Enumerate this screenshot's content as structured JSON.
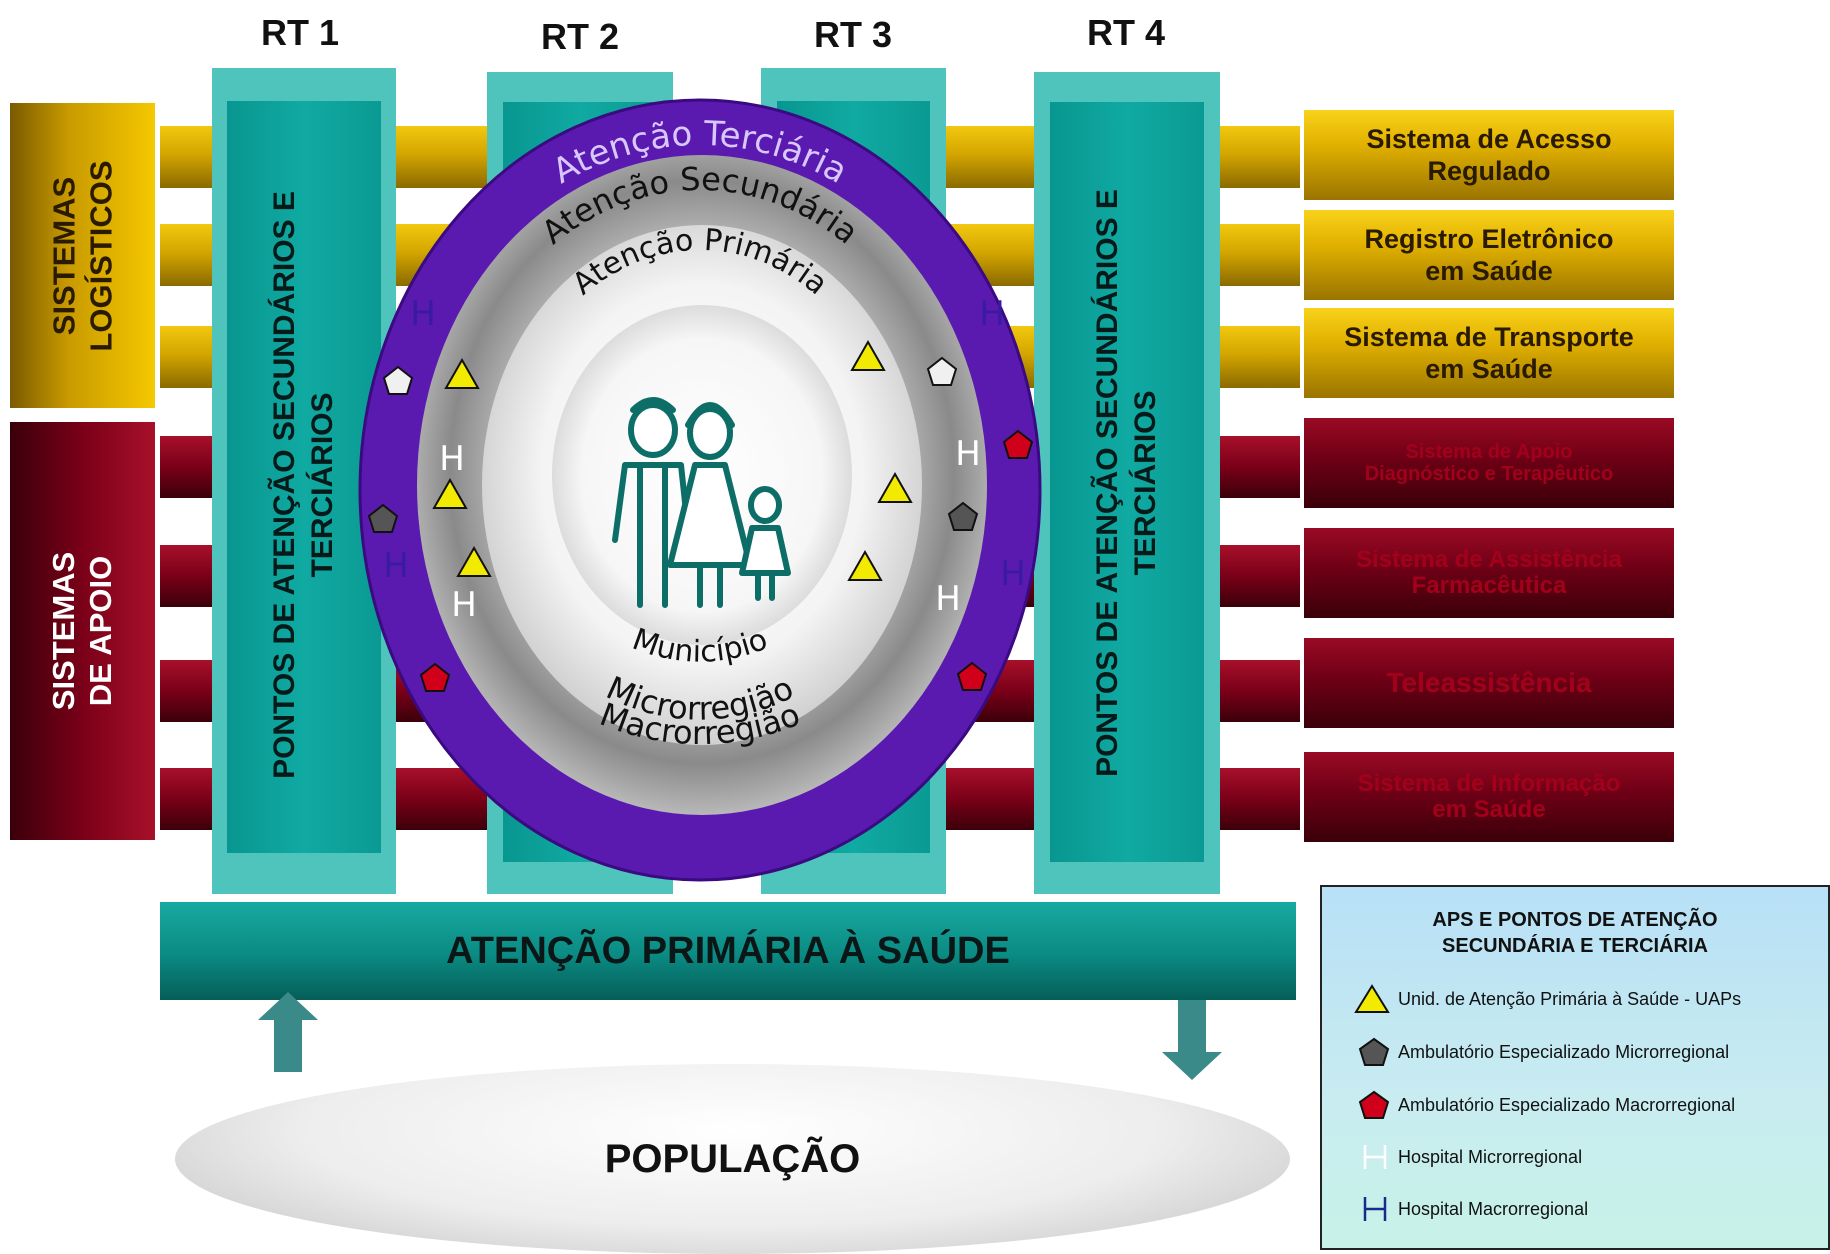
{
  "rt_labels": [
    "RT 1",
    "RT 2",
    "RT 3",
    "RT 4"
  ],
  "left_boxes": {
    "logistics_line1": "SISTEMAS",
    "logistics_line2": "LOGÍSTICOS",
    "support_line1": "SISTEMAS",
    "support_line2": "DE APOIO"
  },
  "rt_columns": {
    "left_line1": "PONTOS DE ATENÇÃO SECUNDÁRIOS E",
    "left_line2": "TERCIÁRIOS",
    "right_line1": "PONTOS DE ATENÇÃO SECUNDÁRIOS E",
    "right_line2": "TERCIÁRIOS"
  },
  "right_boxes": [
    {
      "line1": "Sistema de Acesso",
      "line2": "Regulado",
      "color": "#e0b000"
    },
    {
      "line1": "Registro Eletrônico",
      "line2": "em Saúde",
      "color": "#e0b000"
    },
    {
      "line1": "Sistema de Transporte",
      "line2": "em Saúde",
      "color": "#e0b000"
    },
    {
      "line1": "Sistema de Apoio",
      "line2": "Diagnóstico e Terapêutico",
      "color": "#6e0016"
    },
    {
      "line1": "Sistema de Assistência",
      "line2": "Farmacêutica",
      "color": "#6e0016"
    },
    {
      "line1": "Teleassistência",
      "line2": "",
      "color": "#6e0016"
    },
    {
      "line1": "Sistema de Informação",
      "line2": "em Saúde",
      "color": "#6e0016"
    }
  ],
  "circle": {
    "outer_top": "Atenção Terciária",
    "outer_bottom": "Macrorregião",
    "middle_top": "Atenção Secundária",
    "middle_bottom": "Microrregião",
    "inner_top": "Atenção Primária",
    "inner_bottom": "Município",
    "hospital_symbol": "H",
    "ring_color": "#5a1ab0"
  },
  "aps_bar": "ATENÇÃO PRIMÁRIA À SAÚDE",
  "population": "POPULAÇÃO",
  "legend": {
    "title_line1": "APS E PONTOS DE ATENÇÃO",
    "title_line2": "SECUNDÁRIA E TERCIÁRIA",
    "items": [
      {
        "icon": "yellow-triangle-icon",
        "label": "Unid. de Atenção Primária  à Saúde -  UAPs"
      },
      {
        "icon": "gray-pentagon-icon",
        "label": "Ambulatório Especializado Microrregional"
      },
      {
        "icon": "red-pentagon-icon",
        "label": "Ambulatório Especializado Macrorregional"
      },
      {
        "icon": "white-h-icon",
        "label": "Hospital Microrregional"
      },
      {
        "icon": "blue-h-icon",
        "label": "Hospital Macrorregional"
      }
    ]
  }
}
